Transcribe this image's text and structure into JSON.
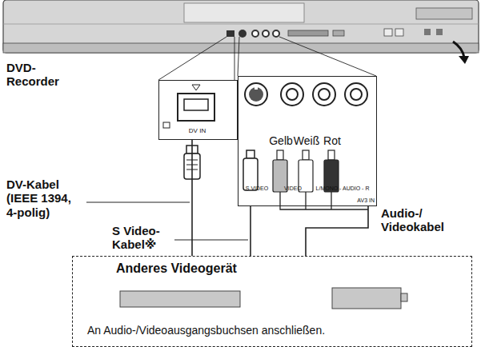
{
  "diagram": {
    "nodes": [
      {
        "text": [
          "DV IN"
        ]
      },
      {
        "text": [
          "S VIDEO",
          "VIDEO",
          "L/MONO - AUDIO - R",
          "AV3 IN"
        ]
      },
      {
        "text": [
          "Anderes Videogerät",
          "An Audio-/Videoausgangsbuchsen anschließen."
        ]
      }
    ],
    "edges": [
      {
        "from": 0,
        "to": 2,
        "arrow": "none",
        "label": "DV-Kabel (IEEE 1394, 4-polig)"
      },
      {
        "from": 1,
        "to": 2,
        "arrow": "none",
        "label": "S Video- Kabel※"
      },
      {
        "from": 1,
        "to": 2,
        "arrow": "none",
        "label": "Audio-/ Videokabel"
      }
    ],
    "labels": [
      "DVD- Recorder",
      "Gelb",
      "Weiß",
      "Rot"
    ]
  }
}
